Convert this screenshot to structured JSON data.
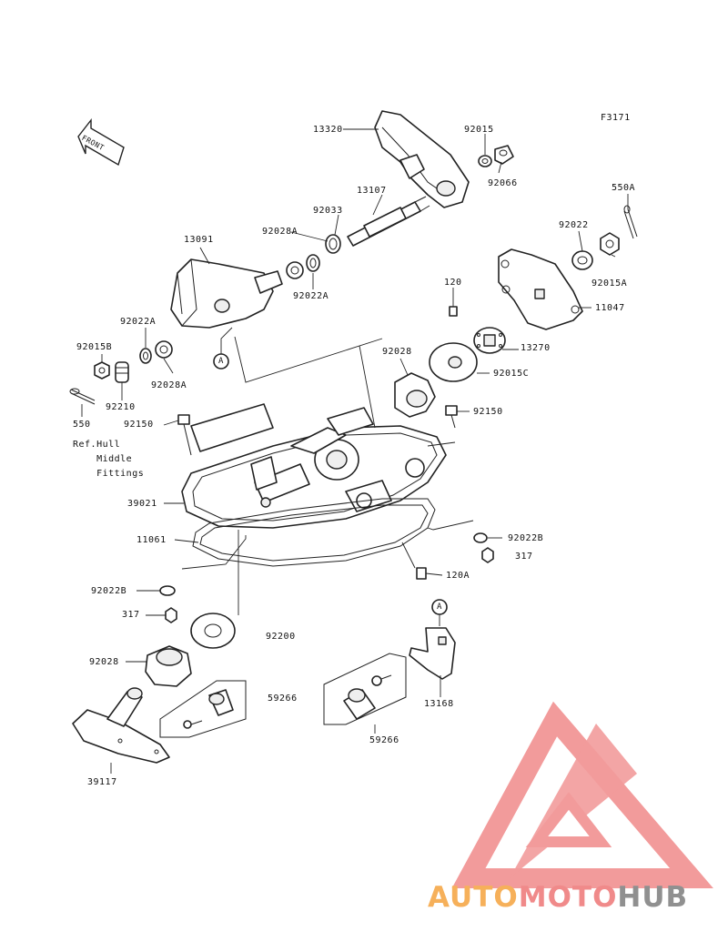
{
  "diagram_code": "F3171",
  "front_arrow_label": "FRONT",
  "labels": {
    "l13320": "13320",
    "l92015": "92015",
    "l92066": "92066",
    "l13107": "13107",
    "l92033": "92033",
    "l92028A_top": "92028A",
    "l92022A_top": "92022A",
    "l550A": "550A",
    "l92022": "92022",
    "l92015A": "92015A",
    "l13091": "13091",
    "l11047": "11047",
    "l120": "120",
    "l13270": "13270",
    "l92022A_left": "92022A",
    "l92015B": "92015B",
    "l92028A_left": "92028A",
    "l92210": "92210",
    "l550": "550",
    "l92028_mid": "92028",
    "l92015C": "92015C",
    "l92150_left": "92150",
    "l92150_right": "92150",
    "l_ref_hull": "Ref.Hull\n    Middle\n    Fittings",
    "l39021": "39021",
    "l11061": "11061",
    "l92022B_right": "92022B",
    "l317_right": "317",
    "l120A": "120A",
    "l92022B_left": "92022B",
    "l317_left": "317",
    "l92200": "92200",
    "l92028_bottom": "92028",
    "l59266_left": "59266",
    "l13168": "13168",
    "l59266_right": "59266",
    "l39117": "39117",
    "callout_a_1": "A",
    "callout_a_2": "A"
  },
  "watermark": {
    "part1": "AUTO",
    "part2": "MOTO",
    "part3": "HUB",
    "colors": {
      "auto": "#f6b05a",
      "moto": "#f08a8a",
      "hub": "#909090",
      "triangle": "#f08a8a"
    }
  }
}
